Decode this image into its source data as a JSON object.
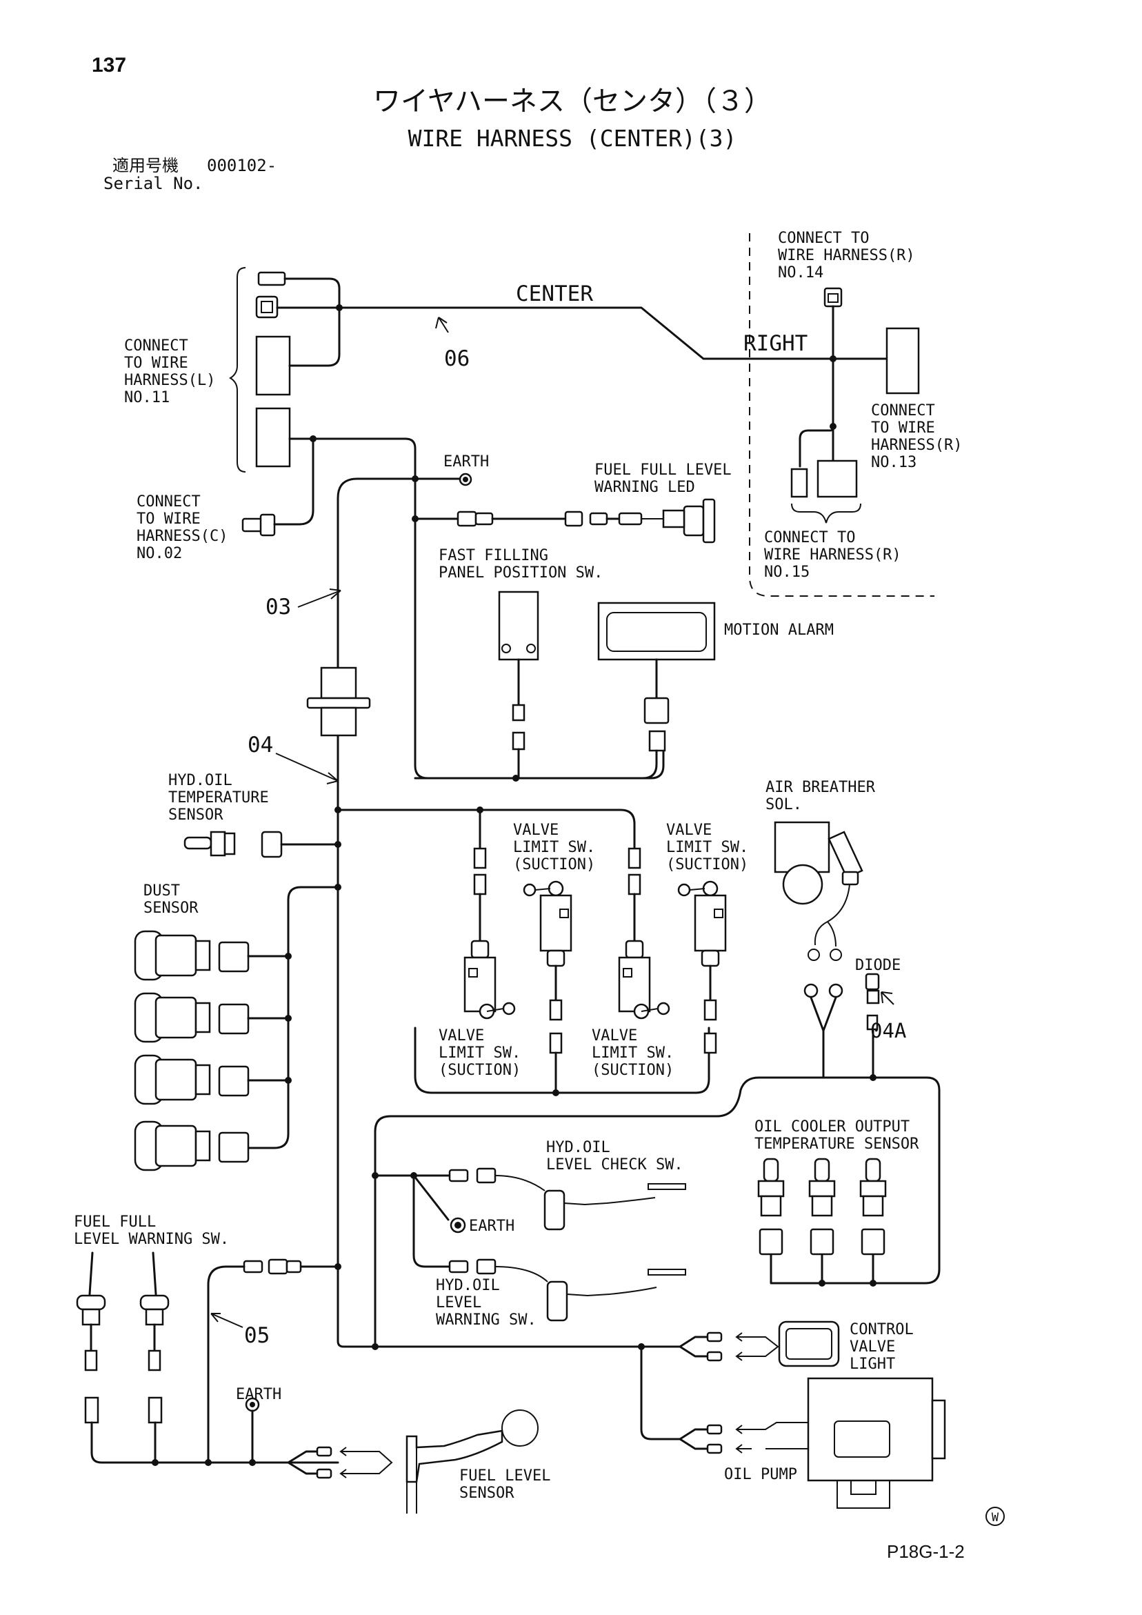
{
  "page_number": "137",
  "title_jp": "ワイヤハーネス（センタ）（３）",
  "title_en": "WIRE HARNESS (CENTER)(3)",
  "serial": {
    "label_jp": "適用号機",
    "number": "000102-",
    "label_en": "Serial No."
  },
  "labels": {
    "center": "CENTER",
    "right": "RIGHT",
    "connect_to": "CONNECT TO",
    "connect": "CONNECT",
    "to_wire": "TO WIRE",
    "wire_harness_r": "WIRE HARNESS(R)",
    "harness_l": "HARNESS(L)",
    "harness_c": "HARNESS(C)",
    "harness_r": "HARNESS(R)",
    "no11": "NO.11",
    "no02": "NO.02",
    "no13": "NO.13",
    "no14": "NO.14",
    "no15": "NO.15",
    "earth": "EARTH",
    "fuel_led_1": "FUEL FULL LEVEL",
    "fuel_led_2": "WARNING LED",
    "fast_1": "FAST FILLING",
    "fast_2": "PANEL POSITION SW.",
    "motion_alarm": "MOTION ALARM",
    "hyd_temp_1": "HYD.OIL",
    "hyd_temp_2": "TEMPERATURE",
    "hyd_temp_3": "SENSOR",
    "dust_1": "DUST",
    "dust_2": "SENSOR",
    "valve": "VALVE",
    "limit_sw": "LIMIT SW.",
    "suction": "(SUCTION)",
    "air_1": "AIR BREATHER",
    "air_2": "SOL.",
    "diode": "DIODE",
    "oil_cooler_1": "OIL COOLER OUTPUT",
    "oil_cooler_2": "TEMPERATURE SENSOR",
    "hyd_check_1": "HYD.OIL",
    "hyd_check_2": "LEVEL CHECK SW.",
    "hyd_warn_1": "HYD.OIL",
    "hyd_warn_2": "LEVEL",
    "hyd_warn_3": "WARNING SW.",
    "fuel_sw_1": "FUEL FULL",
    "fuel_sw_2": "LEVEL WARNING SW.",
    "cv_1": "CONTROL",
    "cv_2": "VALVE",
    "cv_3": "LIGHT",
    "oil_pump": "OIL PUMP",
    "fuel_sensor_1": "FUEL LEVEL",
    "fuel_sensor_2": "SENSOR"
  },
  "wire_numbers": [
    "06",
    "03",
    "04",
    "05",
    "04A"
  ],
  "footer": {
    "mark": "W",
    "code": "P18G-1-2"
  }
}
